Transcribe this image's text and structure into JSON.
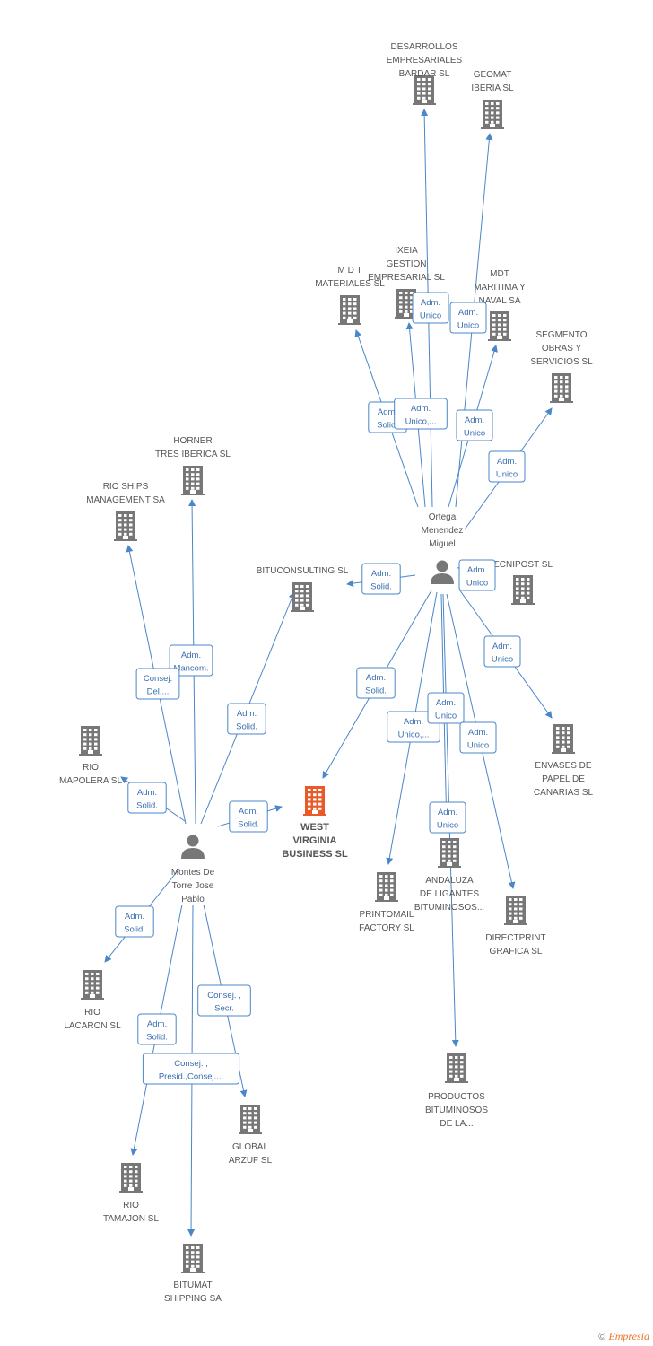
{
  "colors": {
    "edge": "#4a86c8",
    "company": "#777777",
    "main_company": "#e85a2a",
    "person": "#777777"
  },
  "nodes": [
    {
      "id": "desarrollos",
      "type": "company",
      "label": [
        "DESARROLLOS",
        "EMPRESARIALES",
        "BARDAR SL"
      ]
    },
    {
      "id": "geomat",
      "type": "company",
      "label": [
        "GEOMAT",
        "IBERIA SL"
      ]
    },
    {
      "id": "ixeia",
      "type": "company",
      "label": [
        "IXEIA",
        "GESTION",
        "EMPRESARIAL SL"
      ]
    },
    {
      "id": "mdt_materiales",
      "type": "company",
      "label": [
        "M D T",
        "MATERIALES SL"
      ]
    },
    {
      "id": "mdt_maritima",
      "type": "company",
      "label": [
        "MDT",
        "MARITIMA Y",
        "NAVAL SA"
      ]
    },
    {
      "id": "segmento",
      "type": "company",
      "label": [
        "SEGMENTO",
        "OBRAS Y",
        "SERVICIOS SL"
      ]
    },
    {
      "id": "ortega",
      "type": "person",
      "label": [
        "Ortega",
        "Menendez",
        "Miguel"
      ]
    },
    {
      "id": "tecnipost",
      "type": "company",
      "label": [
        "TECNIPOST SL"
      ]
    },
    {
      "id": "envases",
      "type": "company",
      "label": [
        "ENVASES DE",
        "PAPEL DE",
        "CANARIAS  SL"
      ]
    },
    {
      "id": "horner",
      "type": "company",
      "label": [
        "HORNER",
        "TRES IBERICA SL"
      ]
    },
    {
      "id": "rio_ships",
      "type": "company",
      "label": [
        "RIO SHIPS",
        "MANAGEMENT SA"
      ]
    },
    {
      "id": "bituconsulting",
      "type": "company",
      "label": [
        "BITUCONSULTING SL"
      ]
    },
    {
      "id": "rio_mapolera",
      "type": "company",
      "label": [
        "RIO",
        "MAPOLERA SL"
      ]
    },
    {
      "id": "west_virginia",
      "type": "main",
      "label": [
        "WEST",
        "VIRGINIA",
        "BUSINESS SL"
      ]
    },
    {
      "id": "montes",
      "type": "person",
      "label": [
        "Montes De",
        "Torre Jose",
        "Pablo"
      ]
    },
    {
      "id": "printomail",
      "type": "company",
      "label": [
        "PRINTOMAIL",
        "FACTORY  SL"
      ]
    },
    {
      "id": "andaluza",
      "type": "company",
      "label": [
        "ANDALUZA",
        "DE LIGANTES",
        "BITUMINOSOS..."
      ]
    },
    {
      "id": "directprint",
      "type": "company",
      "label": [
        "DIRECTPRINT",
        "GRAFICA SL"
      ]
    },
    {
      "id": "rio_lacaron",
      "type": "company",
      "label": [
        "RIO",
        "LACARON SL"
      ]
    },
    {
      "id": "productos",
      "type": "company",
      "label": [
        "PRODUCTOS",
        "BITUMINOSOS",
        "DE LA..."
      ]
    },
    {
      "id": "global_arzuf",
      "type": "company",
      "label": [
        "GLOBAL",
        "ARZUF SL"
      ]
    },
    {
      "id": "rio_tamajon",
      "type": "company",
      "label": [
        "RIO",
        "TAMAJON SL"
      ]
    },
    {
      "id": "bitumat",
      "type": "company",
      "label": [
        "BITUMAT",
        "SHIPPING SA"
      ]
    }
  ],
  "edges": [
    {
      "from": "ortega",
      "to": "desarrollos",
      "label": [
        "Adm.",
        "Unico"
      ]
    },
    {
      "from": "ortega",
      "to": "geomat",
      "label": [
        "Adm.",
        "Unico"
      ]
    },
    {
      "from": "ortega",
      "to": "mdt_materiales",
      "label": [
        "Adm.",
        "Solid."
      ]
    },
    {
      "from": "ortega",
      "to": "ixeia",
      "label": [
        "Adm.",
        "Unico,..."
      ]
    },
    {
      "from": "ortega",
      "to": "mdt_maritima",
      "label": [
        "Adm.",
        "Unico"
      ]
    },
    {
      "from": "ortega",
      "to": "segmento",
      "label": [
        "Adm.",
        "Unico"
      ]
    },
    {
      "from": "ortega",
      "to": "bituconsulting",
      "label": [
        "Adm.",
        "Solid."
      ]
    },
    {
      "from": "ortega",
      "to": "tecnipost",
      "label": [
        "Adm.",
        "Unico"
      ]
    },
    {
      "from": "ortega",
      "to": "envases",
      "label": [
        "Adm.",
        "Unico"
      ]
    },
    {
      "from": "ortega",
      "to": "west_virginia",
      "label": [
        "Adm.",
        "Solid."
      ]
    },
    {
      "from": "ortega",
      "to": "printomail",
      "label": [
        "Adm.",
        "Unico,..."
      ]
    },
    {
      "from": "ortega",
      "to": "andaluza",
      "label": [
        "Adm.",
        "Unico"
      ]
    },
    {
      "from": "ortega",
      "to": "directprint",
      "label": [
        "Adm.",
        "Unico"
      ]
    },
    {
      "from": "ortega",
      "to": "productos",
      "label": [
        "Adm.",
        "Unico"
      ]
    },
    {
      "from": "montes",
      "to": "horner",
      "label": [
        "Adm.",
        "Mancom."
      ]
    },
    {
      "from": "montes",
      "to": "rio_ships",
      "label": [
        "Consej.",
        "Del...."
      ]
    },
    {
      "from": "montes",
      "to": "bituconsulting",
      "label": [
        "Adm.",
        "Solid."
      ]
    },
    {
      "from": "montes",
      "to": "rio_mapolera",
      "label": [
        "Adm.",
        "Solid."
      ]
    },
    {
      "from": "montes",
      "to": "west_virginia",
      "label": [
        "Adm.",
        "Solid."
      ]
    },
    {
      "from": "montes",
      "to": "rio_lacaron",
      "label": [
        "Adm.",
        "Solid."
      ]
    },
    {
      "from": "montes",
      "to": "global_arzuf",
      "label": [
        "Consej. ,",
        "Secr."
      ]
    },
    {
      "from": "montes",
      "to": "rio_tamajon",
      "label": [
        "Adm.",
        "Solid."
      ]
    },
    {
      "from": "montes",
      "to": "bitumat",
      "label": [
        "Consej. ,",
        "Presid.,Consej...."
      ]
    }
  ],
  "footer": {
    "copyright": "©",
    "brand": "Empresia"
  }
}
